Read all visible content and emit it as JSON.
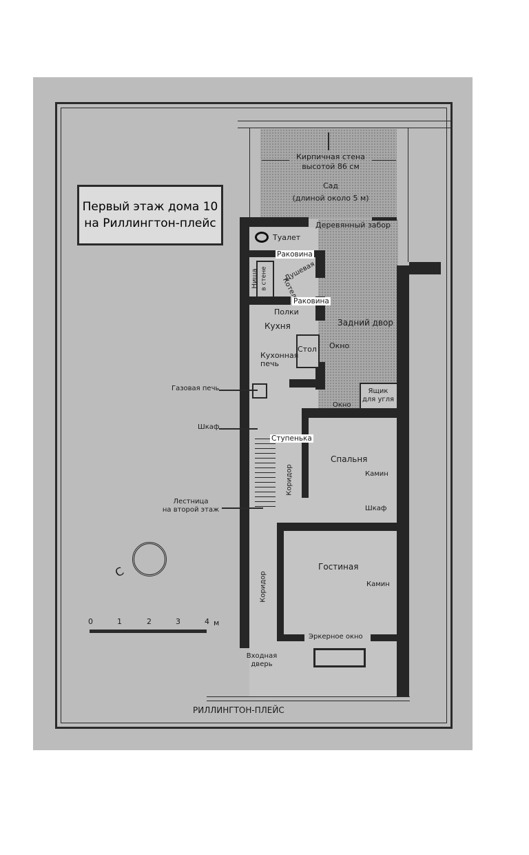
{
  "title": {
    "line1": "Первый этаж дома 10",
    "line2": "на Риллингтон-плейс"
  },
  "garden": {
    "wall": "Кирпичная стена",
    "wall_height": "высотой 86 см",
    "name": "Сад",
    "length": "(длиной около 5 м)"
  },
  "labels": {
    "fence": "Деревянный забор",
    "toilet": "Туалет",
    "sink1": "Раковина",
    "shower": "Душевая",
    "niche1": "Ниша",
    "niche2": "в стене",
    "boiler": "Котел",
    "sink2": "Раковина",
    "shelves": "Полки",
    "kitchen": "Кухня",
    "table": "Стол",
    "window1": "Окно",
    "stove1": "Кухонная",
    "stove2": "печь",
    "backyard": "Задний двор",
    "coal1": "Ящик",
    "coal2": "для угля",
    "window2": "Окно",
    "gas_stove": "Газовая печь",
    "cupboard1": "Шкаф",
    "step": "Ступенька",
    "bedroom": "Спальня",
    "fireplace1": "Камин",
    "corridor1": "Коридор",
    "stairs1": "Лестница",
    "stairs2": "на второй этаж",
    "cupboard2": "Шкаф",
    "living": "Гостиная",
    "fireplace2": "Камин",
    "corridor2": "Коридор",
    "bay": "Эркерное окно",
    "door1": "Входная",
    "door2": "дверь",
    "street": "РИЛЛИНГТОН-ПЛЕЙС"
  },
  "compass": {
    "north": "С"
  },
  "scale": {
    "ticks": [
      "0",
      "1",
      "2",
      "3",
      "4"
    ],
    "unit": "м"
  }
}
